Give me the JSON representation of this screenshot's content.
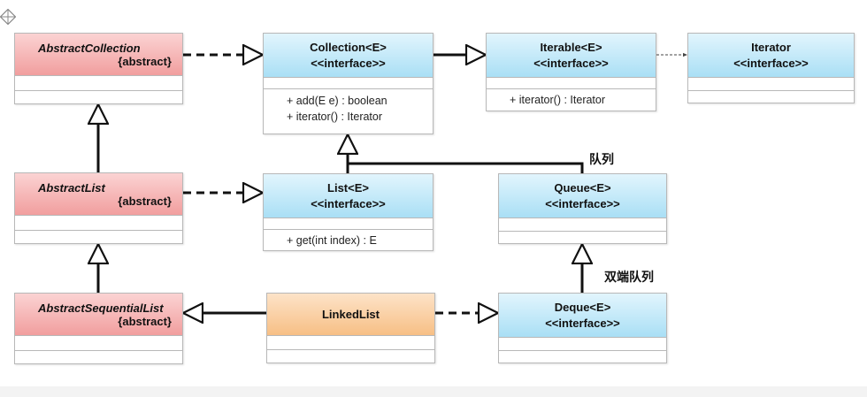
{
  "classes": {
    "abstract_collection": {
      "name": "AbstractCollection",
      "stereotype": "{abstract}"
    },
    "abstract_list": {
      "name": "AbstractList",
      "stereotype": "{abstract}"
    },
    "abstract_sequential_list": {
      "name": "AbstractSequentialList",
      "stereotype": "{abstract}"
    },
    "collection": {
      "name": "Collection<E>",
      "stereotype": "<<interface>>",
      "ops": [
        "+ add(E e) : boolean",
        "+ iterator() : Iterator"
      ]
    },
    "iterable": {
      "name": "Iterable<E>",
      "stereotype": "<<interface>>",
      "ops": [
        "+ iterator() : Iterator"
      ]
    },
    "iterator": {
      "name": "Iterator",
      "stereotype": "<<interface>>"
    },
    "list": {
      "name": "List<E>",
      "stereotype": "<<interface>>",
      "ops": [
        "+ get(int index) : E"
      ]
    },
    "queue": {
      "name": "Queue<E>",
      "stereotype": "<<interface>>"
    },
    "deque": {
      "name": "Deque<E>",
      "stereotype": "<<interface>>"
    },
    "linked_list": {
      "name": "LinkedList"
    }
  },
  "labels": {
    "queue_cn": "队列",
    "deque_cn": "双端队列"
  },
  "colors": {
    "abstract_class": "#f19e9e",
    "interface": "#a9dff5",
    "concrete_class": "#f7bf85",
    "line": "#111111"
  }
}
